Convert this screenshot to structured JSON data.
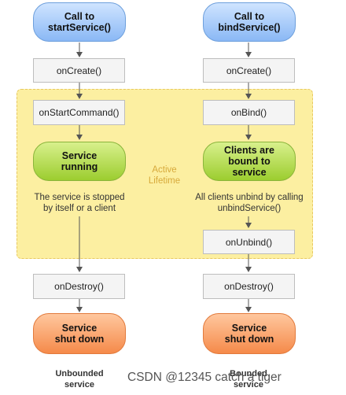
{
  "region": {
    "label": "Active\nLifetime"
  },
  "left": {
    "start": "Call to\nstartService()",
    "create": "onCreate()",
    "command": "onStartCommand()",
    "running": "Service\nrunning",
    "note": "The service is stopped\nby itself or a client",
    "destroy": "onDestroy()",
    "end": "Service\nshut down",
    "caption": "Unbounded\nservice"
  },
  "right": {
    "start": "Call to\nbindService()",
    "create": "onCreate()",
    "bind": "onBind()",
    "running": "Clients are\nbound to\nservice",
    "note": "All clients unbind by calling\nunbindService()",
    "unbind": "onUnbind()",
    "destroy": "onDestroy()",
    "end": "Service\nshut down",
    "caption": "Bounded\nservice"
  },
  "watermark": "CSDN @12345 catch a tiger",
  "colors": {
    "start_fill": "#a9ccf8",
    "running_fill": "#b5dd4f",
    "end_fill": "#f8a46c",
    "lifetime_fill": "#fcefa1",
    "lifetime_border": "#e8c860",
    "method_box": "#f4f4f4"
  }
}
